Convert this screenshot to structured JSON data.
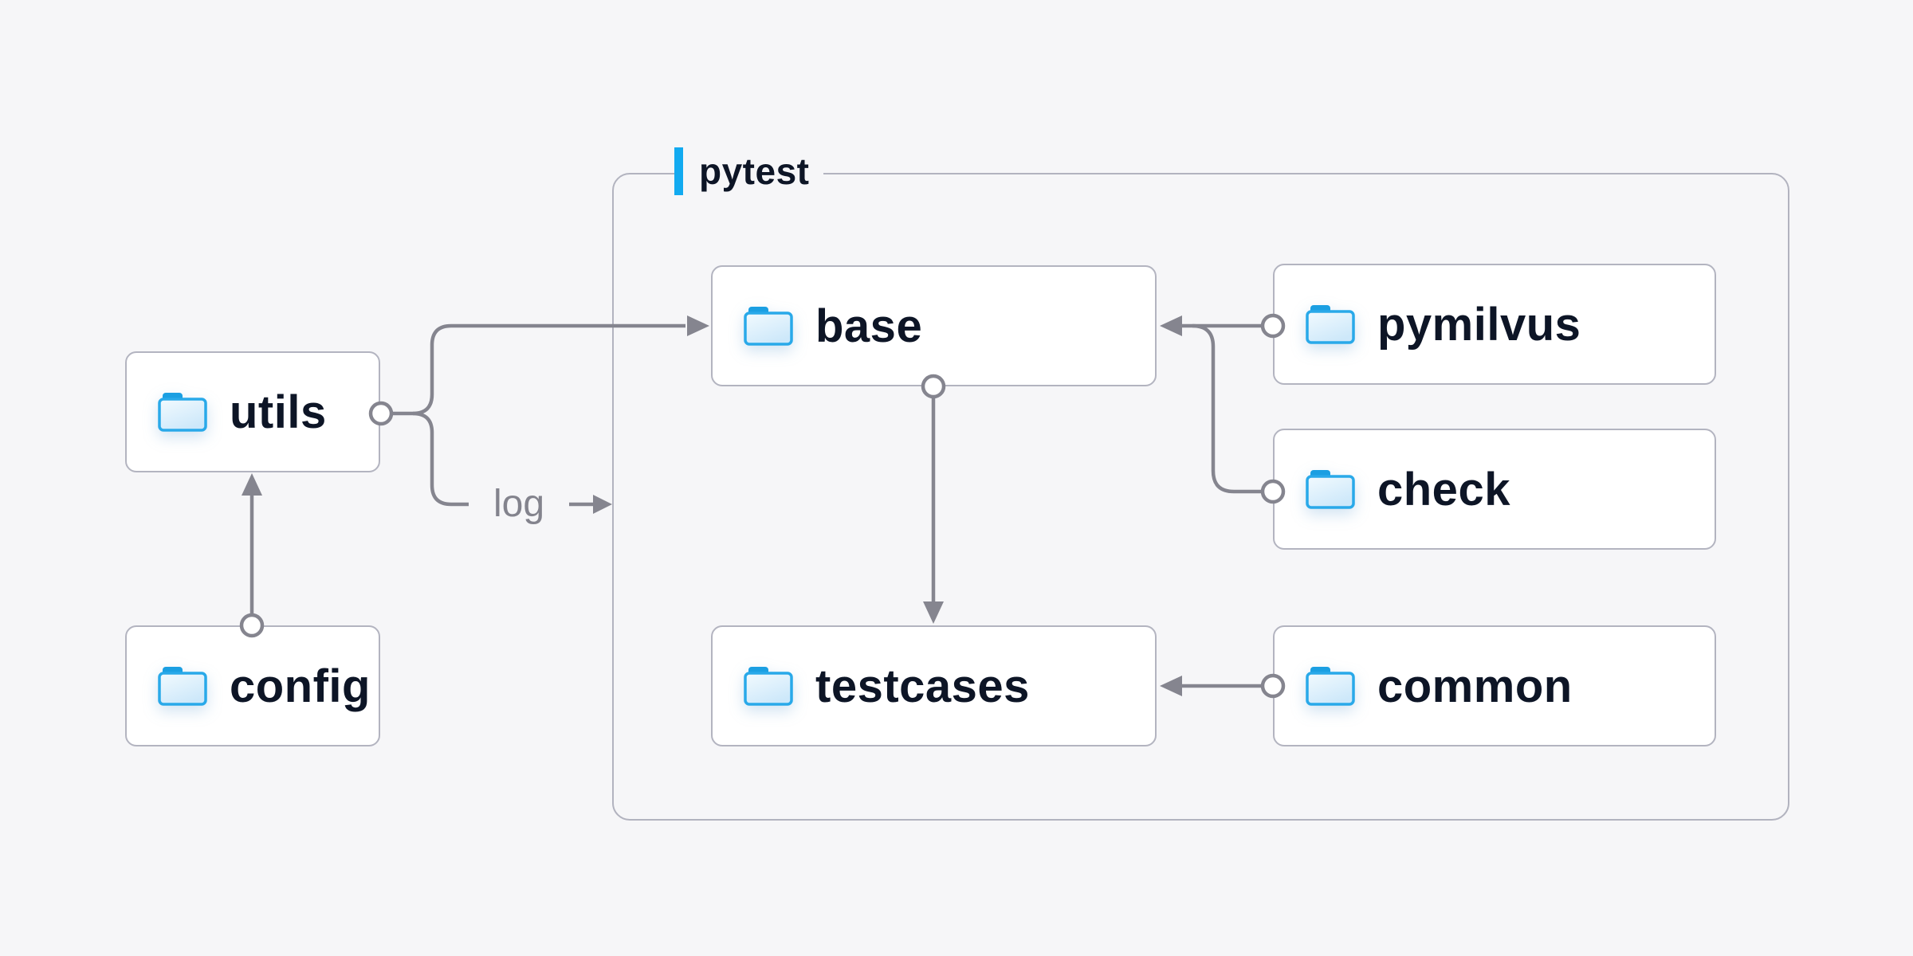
{
  "container": {
    "label": "pytest"
  },
  "nodes": {
    "utils": {
      "label": "utils"
    },
    "config": {
      "label": "config"
    },
    "base": {
      "label": "base"
    },
    "pymilvus": {
      "label": "pymilvus"
    },
    "check": {
      "label": "check"
    },
    "testcases": {
      "label": "testcases"
    },
    "common": {
      "label": "common"
    }
  },
  "edges": [
    {
      "from": "config",
      "to": "utils"
    },
    {
      "from": "utils",
      "to": "base"
    },
    {
      "from": "utils",
      "to": "log",
      "label": "log"
    },
    {
      "from": "pymilvus",
      "to": "base"
    },
    {
      "from": "check",
      "to": "base"
    },
    {
      "from": "base",
      "to": "testcases"
    },
    {
      "from": "common",
      "to": "testcases"
    }
  ],
  "colors": {
    "background": "#f6f6f8",
    "node_fill": "#ffffff",
    "node_border": "#b3b4c0",
    "container_border": "#b2b3bf",
    "connector": "#85858f",
    "text": "#0d1526",
    "muted_label": "#83838d",
    "accent": "#12aaf0",
    "folder_stroke": "#29a9e9",
    "folder_tab": "#1b9fe2"
  }
}
